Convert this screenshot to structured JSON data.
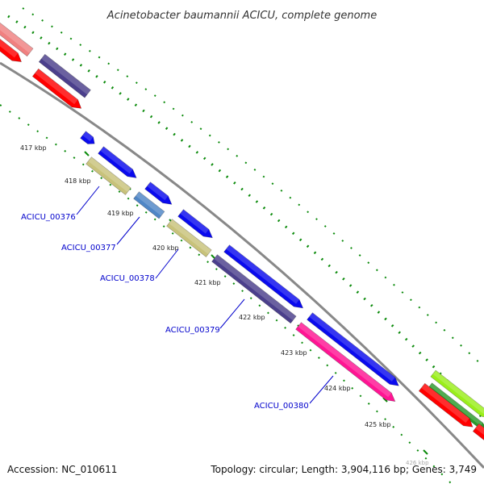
{
  "title": "Acinetobacter baumannii ACICU, complete genome",
  "footer": {
    "accession": "Accession: NC_010611",
    "summary": "Topology: circular; Length: 3,904,116 bp; Genes: 3,749"
  },
  "ticks": [
    "417 kbp",
    "418 kbp",
    "419 kbp",
    "420 kbp",
    "421 kbp",
    "422 kbp",
    "423 kbp",
    "424 kbp",
    "425 kbp"
  ],
  "partial_tick": "426 kbp",
  "gene_labels": [
    "ACICU_00376",
    "ACICU_00377",
    "ACICU_00378",
    "ACICU_00379",
    "ACICU_00380"
  ],
  "colors": {
    "backbone": "#888888",
    "dots": "#0a8a0a",
    "red": "#ff0000",
    "pink": "#f08080",
    "indigo": "#4b3f8c",
    "blue": "#0a0aee",
    "khaki": "#c8c27a",
    "steel": "#4f86c6",
    "magenta": "#ff1493",
    "lime": "#9aee1a",
    "green": "#2a9a2a",
    "label_blue": "#0000cc"
  }
}
